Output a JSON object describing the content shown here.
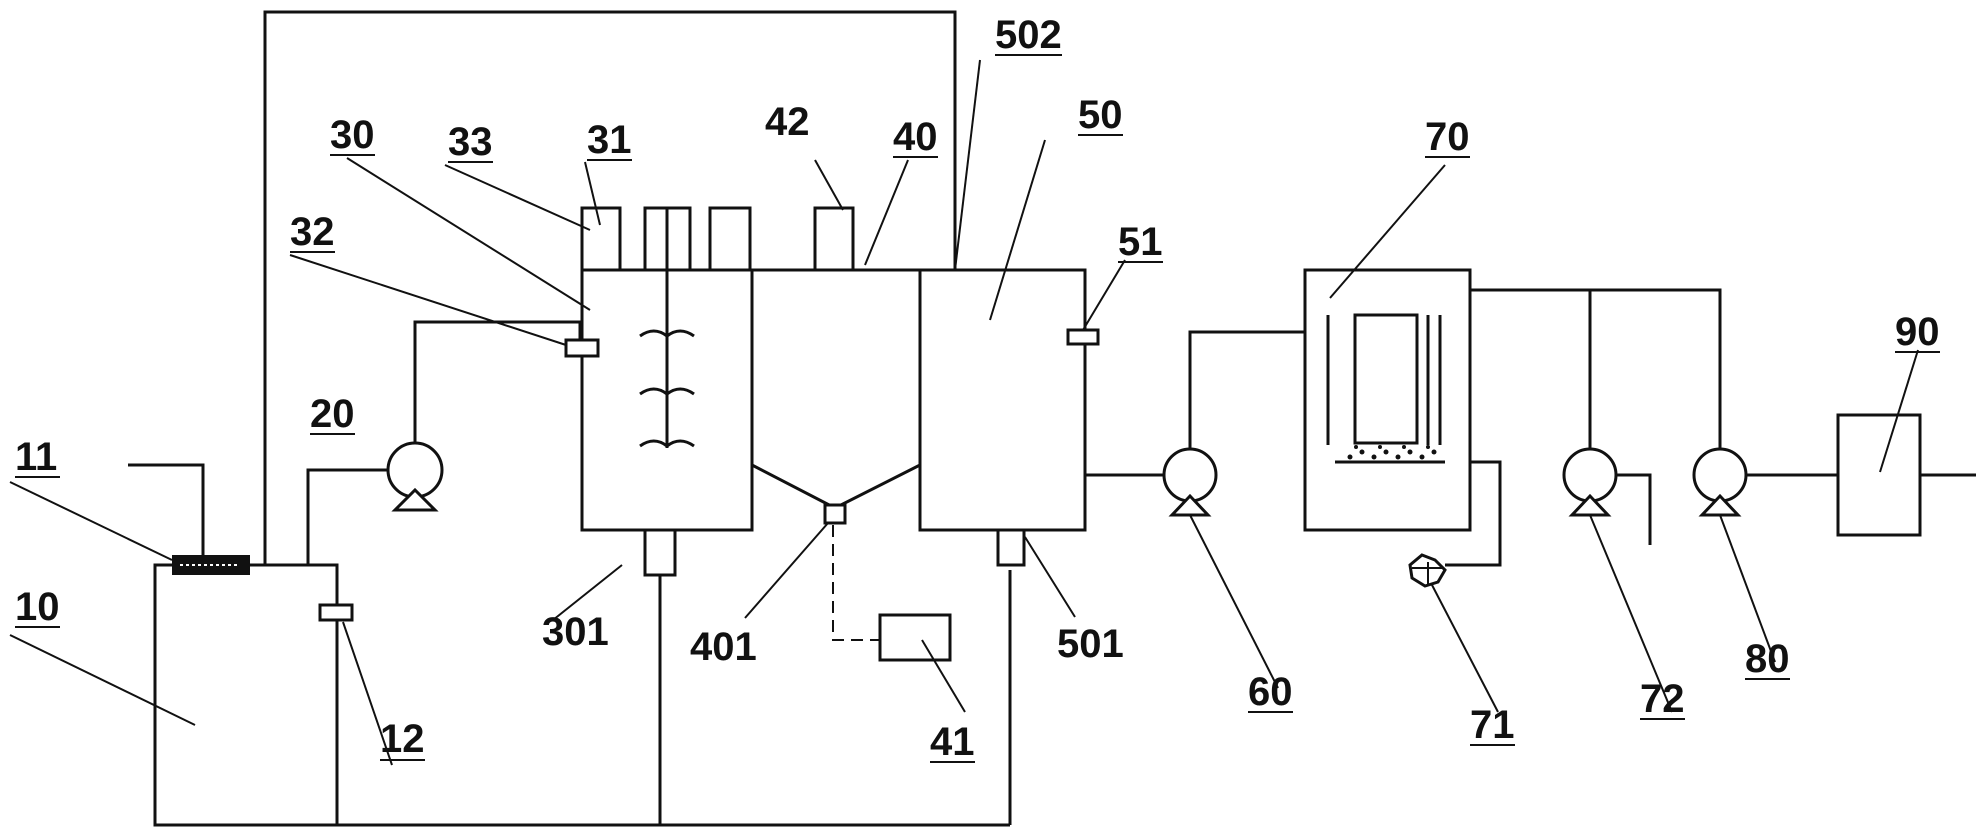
{
  "labels": {
    "n10": "10",
    "n11": "11",
    "n12": "12",
    "n20": "20",
    "n30": "30",
    "n31": "31",
    "n32": "32",
    "n33": "33",
    "n301": "301",
    "n40": "40",
    "n41": "41",
    "n42": "42",
    "n401": "401",
    "n50": "50",
    "n51": "51",
    "n501": "501",
    "n502": "502",
    "n60": "60",
    "n70": "70",
    "n71": "71",
    "n72": "72",
    "n80": "80",
    "n90": "90"
  }
}
